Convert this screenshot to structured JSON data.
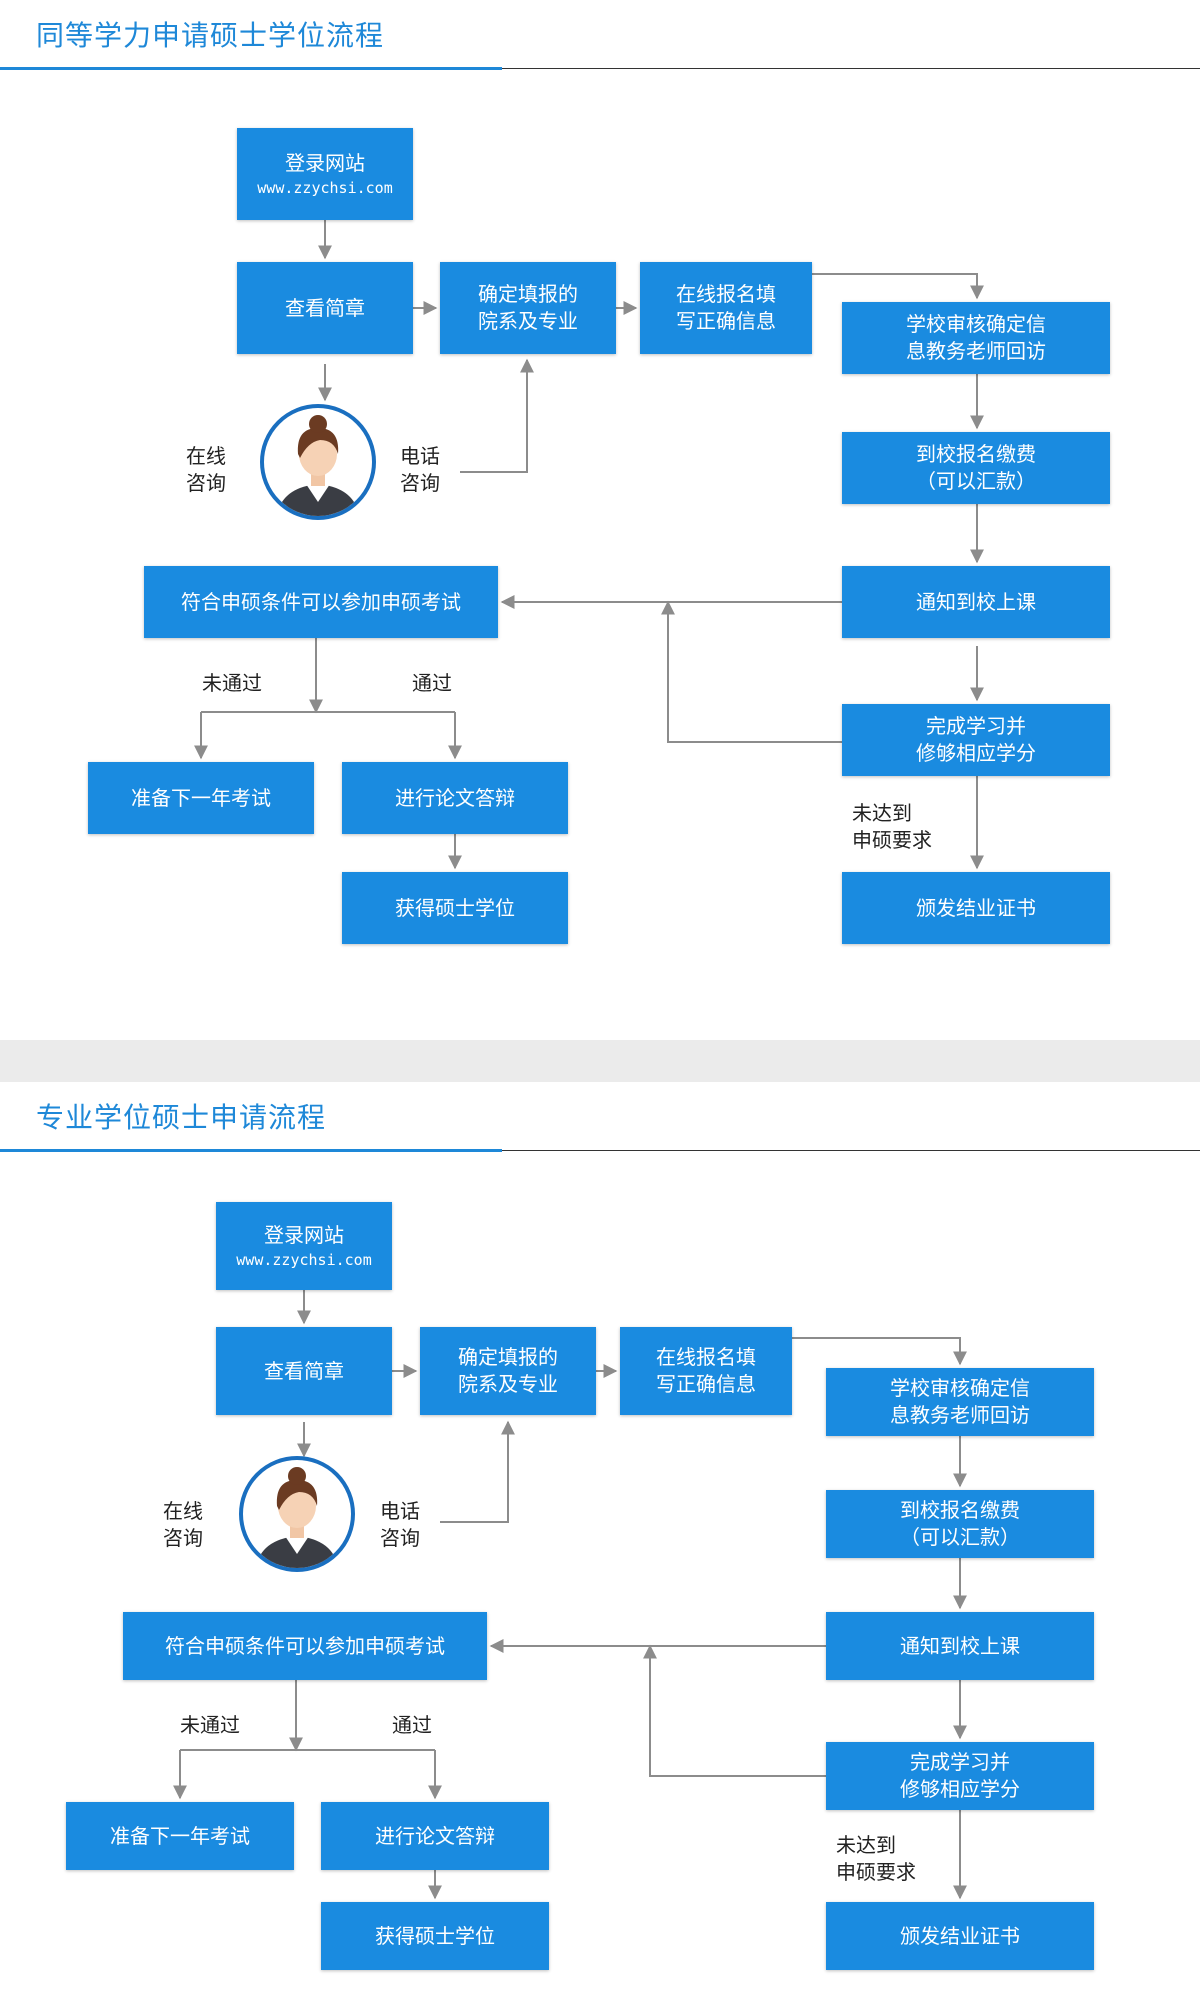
{
  "sections": [
    {
      "title": "同等学力申请硕士学位流程",
      "nodes": {
        "login": [
          "登录网站",
          "www.zzychsi.com"
        ],
        "view": [
          "查看简章"
        ],
        "confirm": [
          "确定填报的",
          "院系及专业"
        ],
        "online": [
          "在线报名填",
          "写正确信息"
        ],
        "review": [
          "学校审核确定信",
          "息教务老师回访"
        ],
        "pay": [
          "到校报名缴费",
          "（可以汇款）"
        ],
        "notify": [
          "通知到校上课"
        ],
        "complete": [
          "完成学习并",
          "修够相应学分"
        ],
        "cert": [
          "颁发结业证书"
        ],
        "exam": [
          "符合申硕条件可以参加申硕考试"
        ],
        "next_year": [
          "准备下一年考试"
        ],
        "thesis": [
          "进行论文答辩"
        ],
        "degree": [
          "获得硕士学位"
        ]
      },
      "labels": {
        "online_consult": [
          "在线",
          "咨询"
        ],
        "phone_consult": [
          "电话",
          "咨询"
        ],
        "fail": [
          "未通过"
        ],
        "pass": [
          "通过"
        ],
        "not_meet": [
          "未达到",
          "申硕要求"
        ]
      }
    },
    {
      "title": "专业学位硕士申请流程",
      "nodes": {
        "login": [
          "登录网站",
          "www.zzychsi.com"
        ],
        "view": [
          "查看简章"
        ],
        "confirm": [
          "确定填报的",
          "院系及专业"
        ],
        "online": [
          "在线报名填",
          "写正确信息"
        ],
        "review": [
          "学校审核确定信",
          "息教务老师回访"
        ],
        "pay": [
          "到校报名缴费",
          "（可以汇款）"
        ],
        "notify": [
          "通知到校上课"
        ],
        "complete": [
          "完成学习并",
          "修够相应学分"
        ],
        "cert": [
          "颁发结业证书"
        ],
        "exam": [
          "符合申硕条件可以参加申硕考试"
        ],
        "next_year": [
          "准备下一年考试"
        ],
        "thesis": [
          "进行论文答辩"
        ],
        "degree": [
          "获得硕士学位"
        ]
      },
      "labels": {
        "online_consult": [
          "在线",
          "咨询"
        ],
        "phone_consult": [
          "电话",
          "咨询"
        ],
        "fail": [
          "未通过"
        ],
        "pass": [
          "通过"
        ],
        "not_meet": [
          "未达到",
          "申硕要求"
        ]
      }
    }
  ],
  "colors": {
    "accent": "#1e88d8",
    "node": "#1a8be0",
    "line": "#8c8c8c"
  }
}
